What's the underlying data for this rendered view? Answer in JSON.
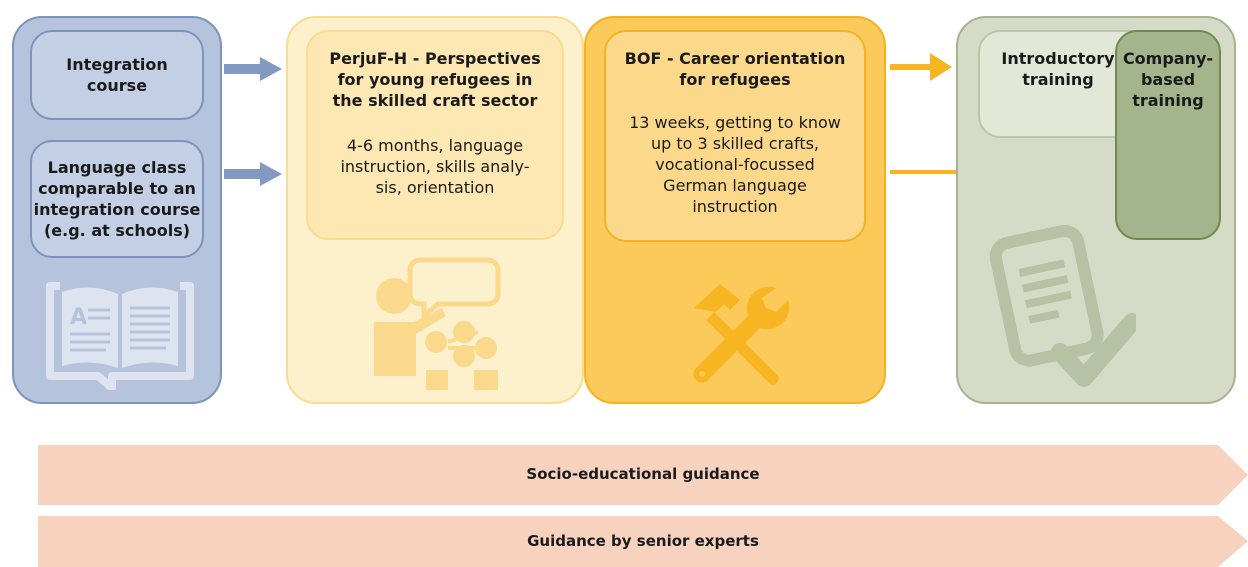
{
  "colors": {
    "blue_fill": "#b6c3dc",
    "blue_border": "#7b93bd",
    "blue_inner": "#c3cfe4",
    "blue_icon": "#dde4f0",
    "yellow_light_fill": "#fdf0cc",
    "yellow_light_border": "#f9dc8c",
    "yellow_light_inner": "#fde8b4",
    "yellow_icon": "#fbd98c",
    "yellow_fill": "#fbca5a",
    "yellow_border": "#f4b223",
    "yellow_inner": "#fcd98a",
    "yellow_arrow": "#f7b521",
    "blue_arrow": "#8499c2",
    "green_fill": "#d6dbc8",
    "green_border": "#a8b290",
    "green_inner_light": "#e3e7d8",
    "green_inner_dark": "#a4b48c",
    "green_icon": "#b7c1a3",
    "band_fill": "#f6d2bf"
  },
  "col_integration": {
    "box1": [
      "Integration",
      "course"
    ],
    "box2": [
      "Language class",
      "comparable to an",
      "integration course",
      "(e.g. at schools)"
    ],
    "icon": "book-icon"
  },
  "col_perjuf": {
    "title": [
      "PerjuF-H - Perspectives",
      "for young refugees in",
      "the skilled craft sector"
    ],
    "desc": [
      "4-6 months, language",
      "instruction, skills analy-",
      "sis, orientation"
    ],
    "icon": "teacher-students-icon"
  },
  "col_bof": {
    "title": [
      "BOF - Career orientation",
      "for refugees"
    ],
    "desc": [
      "13 weeks, getting to know",
      "up to 3 skilled crafts,",
      "vocational-focussed",
      "German language",
      "instruction"
    ],
    "icon": "tools-icon"
  },
  "col_training": {
    "intro": [
      "Introductory",
      "training"
    ],
    "company": [
      "Company-",
      "based",
      "training"
    ],
    "icon": "certificate-check-icon"
  },
  "bands": {
    "band1": "Socio-educational guidance",
    "band2": "Guidance by senior experts"
  }
}
